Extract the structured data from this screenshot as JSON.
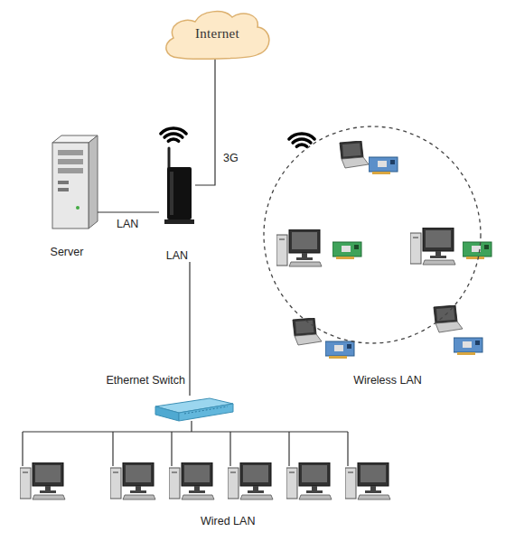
{
  "diagram": {
    "nodes": [
      {
        "text": [
          "Internet"
        ]
      },
      {
        "text": [
          "Server"
        ]
      },
      {
        "text": [
          "LAN"
        ]
      },
      {
        "text": [
          "Wireless LAN"
        ]
      },
      {
        "text": [
          "Ethernet Switch"
        ]
      }
    ],
    "edges": [
      {
        "from": 2,
        "to": 0,
        "label": "3G",
        "arrow": "none"
      },
      {
        "from": 1,
        "to": 2,
        "label": "LAN",
        "arrow": "none"
      },
      {
        "from": 2,
        "to": 4,
        "arrow": "none"
      }
    ],
    "labels": [
      "Wired LAN"
    ]
  }
}
